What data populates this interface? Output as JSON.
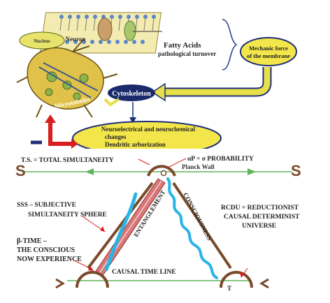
{
  "top_panel": {
    "nucleus_label": "Nucleus",
    "neuron_label": "Neuron",
    "fatty_acids_line1": "Fatty Acids",
    "fatty_acids_line2": "pathological turnover",
    "mechanic_force_line1": "Mechanic force",
    "mechanic_force_line2": "of the membrane",
    "microtubules_label": "Microtubules",
    "cytoskeleton_label": "Cytoskeleton",
    "neuro_changes_line1": "Neuroelectrical and neurochemical",
    "neuro_changes_line2": "changes",
    "neuro_changes_line3": "Dendritic arborization"
  },
  "bottom_panel": {
    "ts_label": "T.S. = TOTAL SIMULTANEITY",
    "probability_label": "αP = σ PROBABILITY",
    "planck_label": "Planck Wall",
    "sss_line1": "SSS – SUBJECTIVE",
    "sss_line2": "SIMULTANEITY SPHERE",
    "rcdu_line1": "RCDU = REDUCTIONIST",
    "rcdu_line2": "CAUSAL  DETERMINIST",
    "rcdu_line3": "UNIVERSE",
    "beta_line1": "β-TIME –",
    "beta_line2": "THE CONSCIOUS",
    "beta_line3": "NOW EXPERIENCE",
    "entanglement_label": "ENTANGLEMENT",
    "consciousness_label": "CONSCIOUSNESS",
    "causal_time_line_label": "CAUSAL TIME LINE",
    "s_left": "S",
    "s_right": "S"
  },
  "colors": {
    "membrane_yellow": "#e8d84a",
    "cytoskeleton_navy": "#1b2a6b",
    "accent_red": "#d81e1e",
    "entanglement_red": "#d87878",
    "consciousness_blue": "#28b4e6",
    "time_line_green": "#5fb45a",
    "arrow_brown": "#7a4a2a"
  }
}
